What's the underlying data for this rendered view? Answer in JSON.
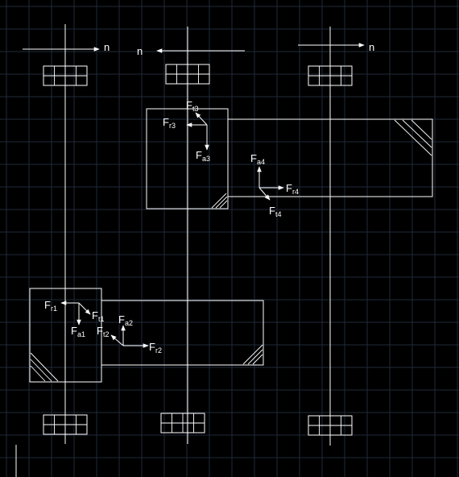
{
  "colors": {
    "background": "#000000",
    "grid": "#1f2a3a",
    "grid_major": "#2a3648",
    "line": "#ffffff"
  },
  "rotation_labels": {
    "left": "n",
    "middle": "n",
    "right": "n"
  },
  "forces": {
    "gear1": {
      "radial": {
        "main": "F",
        "sub": "r1"
      },
      "tangential": {
        "main": "F",
        "sub": "t1"
      },
      "axial": {
        "main": "F",
        "sub": "a1"
      }
    },
    "gear2": {
      "axial": {
        "main": "F",
        "sub": "a2"
      },
      "tangential": {
        "main": "F",
        "sub": "t2"
      },
      "radial": {
        "main": "F",
        "sub": "r2"
      }
    },
    "gear3": {
      "tangential": {
        "main": "F",
        "sub": "t3"
      },
      "radial": {
        "main": "F",
        "sub": "r3"
      },
      "axial": {
        "main": "F",
        "sub": "a3"
      }
    },
    "gear4": {
      "axial": {
        "main": "F",
        "sub": "a4"
      },
      "radial": {
        "main": "F",
        "sub": "r4"
      },
      "tangential": {
        "main": "F",
        "sub": "t4"
      }
    }
  }
}
